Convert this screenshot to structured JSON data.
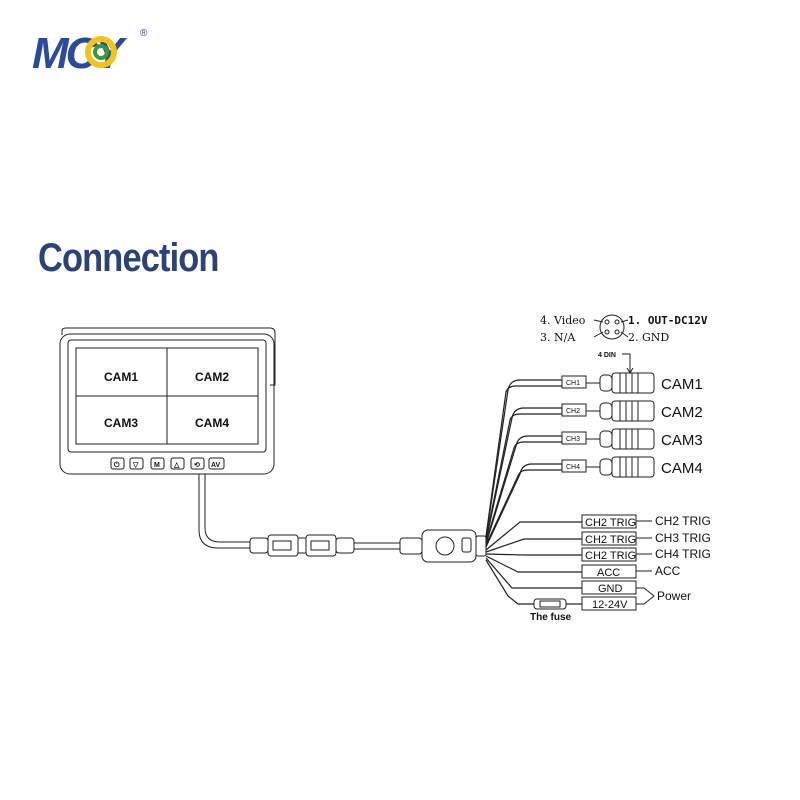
{
  "brand": {
    "logo_text": "MCY",
    "registered_mark": "®"
  },
  "heading": "Connection",
  "monitor": {
    "quadrants": [
      "CAM1",
      "CAM2",
      "CAM3",
      "CAM4"
    ],
    "buttons": [
      "power-icon",
      "down-icon",
      "menu-icon",
      "up-icon",
      "mode-icon",
      "av-icon"
    ],
    "button_glyphs": [
      "⏻",
      "▽",
      "M",
      "△",
      "⟲",
      "AV"
    ]
  },
  "connector_pinout": {
    "pins": [
      {
        "label": "4. Video"
      },
      {
        "label": "3. N/A"
      },
      {
        "label": "1. OUT-DC12V"
      },
      {
        "label": "2. GND"
      }
    ],
    "type_label": "4 DIN"
  },
  "camera_inputs": [
    {
      "tag": "CH1",
      "label": "CAM1"
    },
    {
      "tag": "CH2",
      "label": "CAM2"
    },
    {
      "tag": "CH3",
      "label": "CAM3"
    },
    {
      "tag": "CH4",
      "label": "CAM4"
    }
  ],
  "control_wires": [
    {
      "box": "CH2 TRIG",
      "label": "CH2 TRIG"
    },
    {
      "box": "CH2 TRIG",
      "label": "CH3 TRIG"
    },
    {
      "box": "CH2 TRIG",
      "label": "CH4 TRIG"
    },
    {
      "box": "ACC",
      "label": "ACC"
    },
    {
      "box": "GND",
      "label": ""
    },
    {
      "box": "12-24V",
      "label": ""
    }
  ],
  "power_label": "Power",
  "fuse_label": "The fuse",
  "colors": {
    "heading": "#2d4278",
    "logo_blue": "#2b4a9a",
    "logo_green": "#3a9a3a",
    "logo_yellow": "#f0c419"
  }
}
